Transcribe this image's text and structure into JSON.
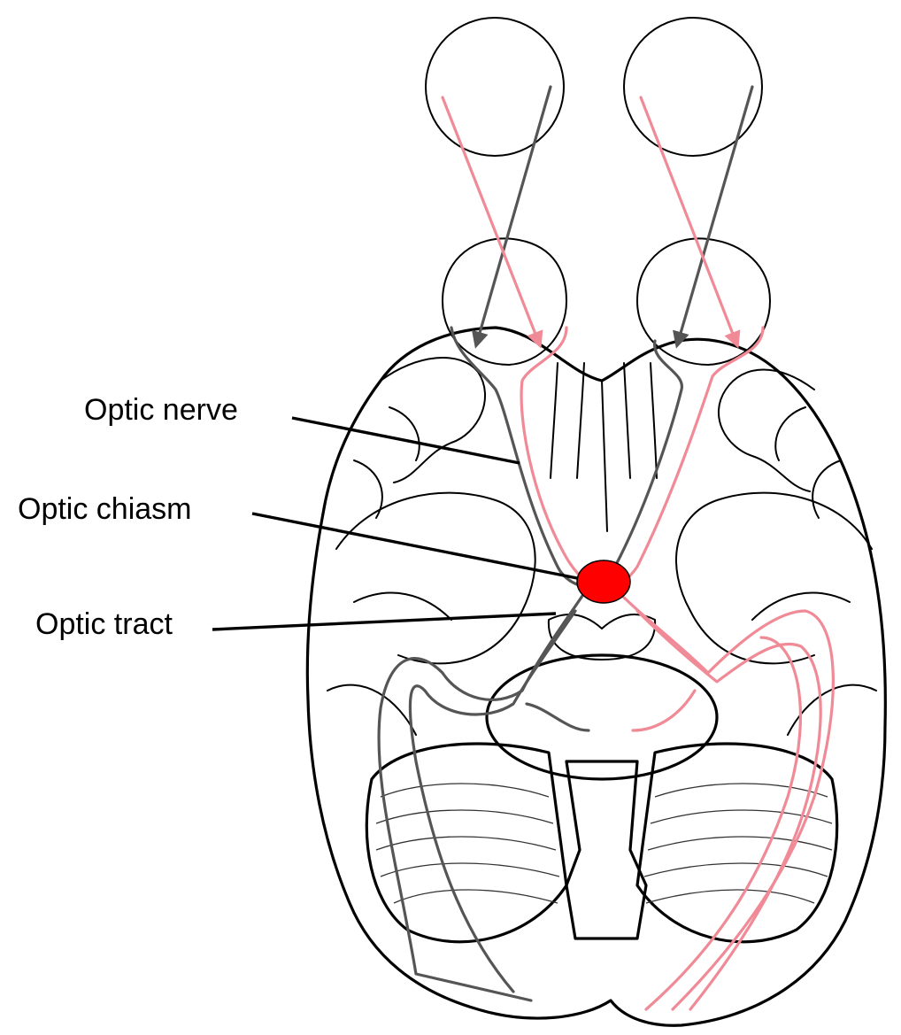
{
  "labels": {
    "optic_nerve": "Optic nerve",
    "optic_chiasm": "Optic chiasm",
    "optic_tract": "Optic tract"
  },
  "colors": {
    "highlight": "#ff0000",
    "pink_pathway": "#f08a96",
    "gray_pathway": "#555555",
    "outline": "#000000"
  }
}
